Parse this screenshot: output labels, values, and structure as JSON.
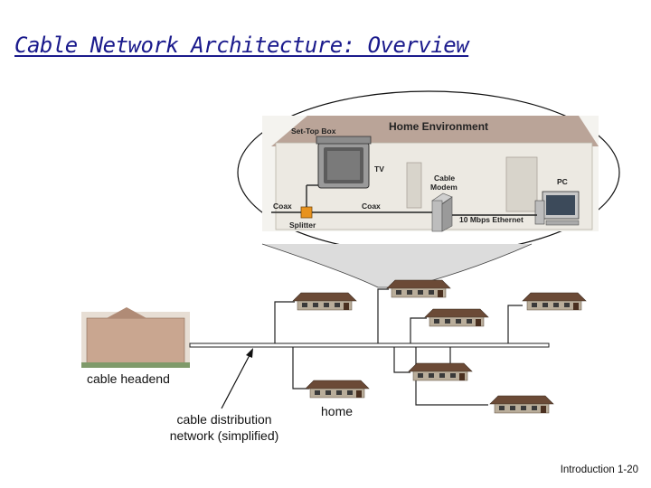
{
  "title": "Cable Network Architecture: Overview",
  "inset": {
    "set_top_box": "Set-Top Box",
    "home_environment": "Home Environment",
    "tv": "TV",
    "cable_modem_line1": "Cable",
    "cable_modem_line2": "Modem",
    "pc": "PC",
    "coax_left": "Coax",
    "coax_right": "Coax",
    "splitter": "Splitter",
    "ethernet": "10 Mbps Ethernet"
  },
  "labels": {
    "cable_headend": "cable headend",
    "distribution_line1": "cable distribution",
    "distribution_line2": "network (simplified)",
    "home": "home"
  },
  "footer": "Introduction 1-20"
}
